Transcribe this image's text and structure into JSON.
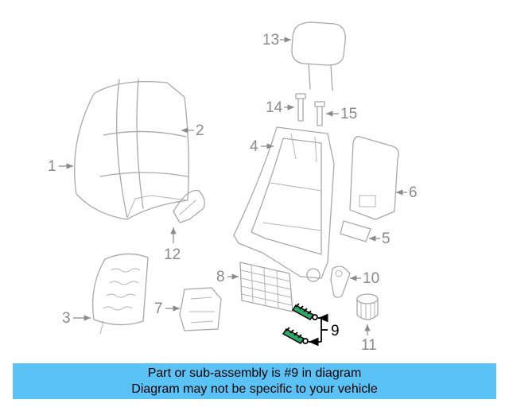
{
  "callouts": {
    "c1": "1",
    "c2": "2",
    "c3": "3",
    "c4": "4",
    "c5": "5",
    "c6": "6",
    "c7": "7",
    "c8": "8",
    "c9": "9",
    "c10": "10",
    "c11": "11",
    "c12": "12",
    "c13": "13",
    "c14": "14",
    "c15": "15"
  },
  "highlighted_part": "9",
  "colors": {
    "banner": "#5bc2f5",
    "highlight": "#2aa86a",
    "line": "#a8a8a8"
  },
  "banner": {
    "line1": "Part or sub-assembly is #9 in diagram",
    "line2": "Diagram may not be specific to your vehicle"
  }
}
